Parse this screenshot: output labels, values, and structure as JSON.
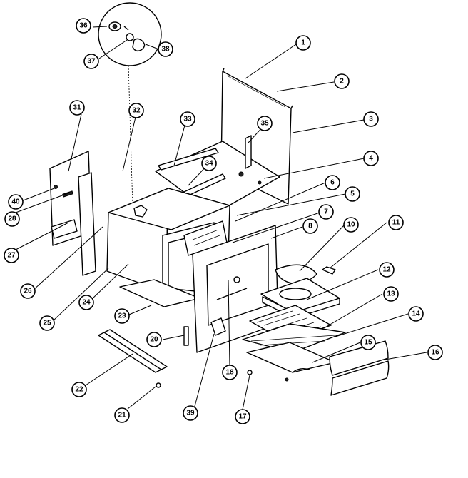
{
  "callouts": [
    {
      "label": "1"
    },
    {
      "label": "2"
    },
    {
      "label": "3"
    },
    {
      "label": "4"
    },
    {
      "label": "5"
    },
    {
      "label": "6"
    },
    {
      "label": "7"
    },
    {
      "label": "8"
    },
    {
      "label": "10"
    },
    {
      "label": "11"
    },
    {
      "label": "12"
    },
    {
      "label": "13"
    },
    {
      "label": "14"
    },
    {
      "label": "15"
    },
    {
      "label": "16"
    },
    {
      "label": "17"
    },
    {
      "label": "18"
    },
    {
      "label": "20"
    },
    {
      "label": "21"
    },
    {
      "label": "22"
    },
    {
      "label": "23"
    },
    {
      "label": "24"
    },
    {
      "label": "25"
    },
    {
      "label": "26"
    },
    {
      "label": "27"
    },
    {
      "label": "28"
    },
    {
      "label": "31"
    },
    {
      "label": "32"
    },
    {
      "label": "33"
    },
    {
      "label": "34"
    },
    {
      "label": "35"
    },
    {
      "label": "36"
    },
    {
      "label": "37"
    },
    {
      "label": "38"
    },
    {
      "label": "39"
    },
    {
      "label": "40"
    }
  ]
}
